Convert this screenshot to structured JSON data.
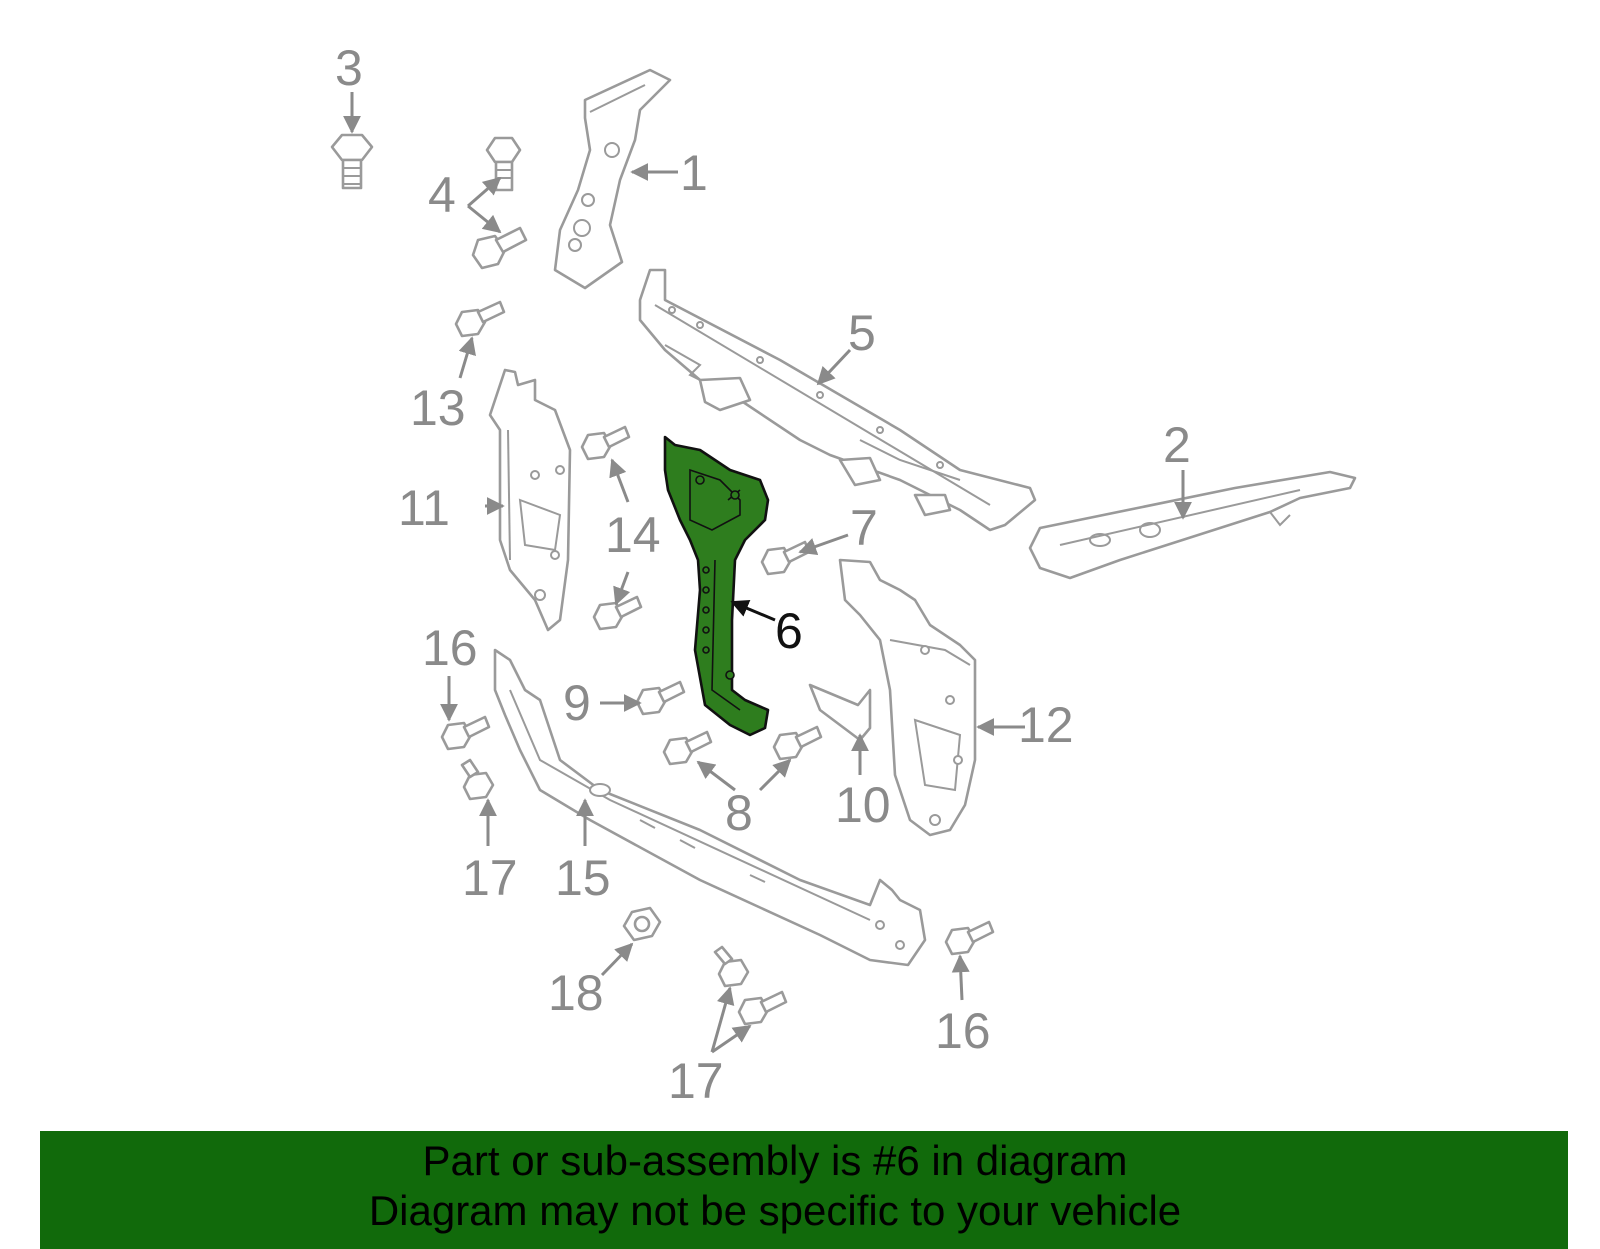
{
  "diagram": {
    "highlight_part": "6",
    "colors": {
      "highlight_fill": "#2e7d1e",
      "outline_gray": "#9a9a9a",
      "label_gray": "#8a8a8a",
      "banner_bg": "#116a0b"
    },
    "labels": {
      "p1": "1",
      "p2": "2",
      "p3": "3",
      "p4": "4",
      "p5": "5",
      "p6": "6",
      "p7": "7",
      "p8": "8",
      "p9": "9",
      "p10": "10",
      "p11": "11",
      "p12": "12",
      "p13": "13",
      "p14": "14",
      "p15": "15",
      "p16a": "16",
      "p16b": "16",
      "p17a": "17",
      "p17b": "17",
      "p18": "18"
    }
  },
  "banner": {
    "line1": "Part or sub-assembly is #6 in diagram",
    "line2": "Diagram may not be specific to your vehicle"
  }
}
